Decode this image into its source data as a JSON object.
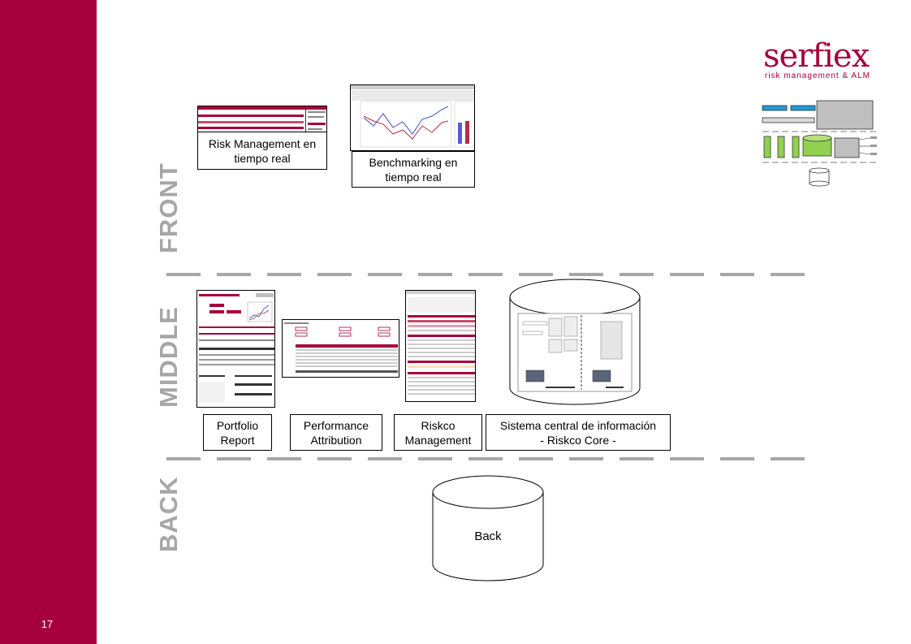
{
  "page": {
    "number": "17"
  },
  "brand": {
    "name": "serfiex",
    "tagline": "risk management & ALM",
    "color": "#a6003c"
  },
  "layers": [
    {
      "label": "FRONT"
    },
    {
      "label": "MIDDLE"
    },
    {
      "label": "BACK"
    }
  ],
  "front": {
    "risk_caption": "Risk Management en tiempo real",
    "bench_caption": "Benchmarking en tiempo real"
  },
  "middle": {
    "portfolio_caption": "Portfolio Report",
    "performance_caption": "Performance Attribution",
    "riskco_caption": "Riskco Management",
    "core_caption_line1": "Sistema central de información",
    "core_caption_line2": "- Riskco Core -"
  },
  "back": {
    "label": "Back"
  },
  "colors": {
    "sidebar": "#a6003c",
    "dashes": "#a6a6a6",
    "accent_blue": "#1f9ad6",
    "accent_green": "#92d050"
  }
}
